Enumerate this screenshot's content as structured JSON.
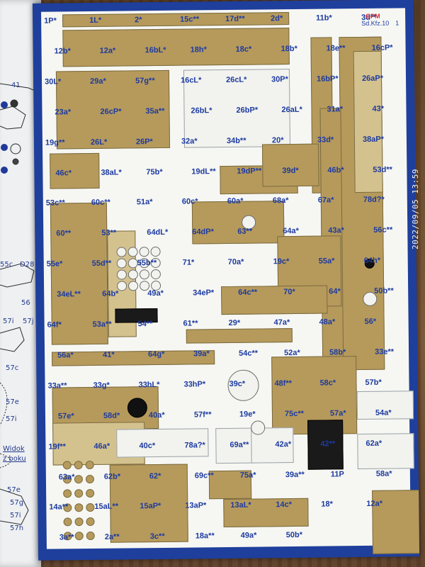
{
  "left_page": {
    "labels": [
      "41",
      "55c",
      "D28",
      "56",
      "57i",
      "57j",
      "57c",
      "57e",
      "57i",
      "Widok",
      "z boku",
      "57e",
      "57g",
      "57i",
      "57h"
    ]
  },
  "sheet": {
    "brand": "GPM",
    "code": "Sd.Kfz.10",
    "code_num": "1"
  },
  "parts": [
    "1P*",
    "1L*",
    "2*",
    "15c**",
    "17d**",
    "2d*",
    "11b*",
    "3d**",
    "12b*",
    "12a*",
    "16bL*",
    "18h*",
    "18c*",
    "18b*",
    "18e**",
    "16cP*",
    "30L*",
    "29a*",
    "57g**",
    "16cL*",
    "26cL*",
    "30P*",
    "16bP*",
    "26aP*",
    "23a*",
    "26cP*",
    "35a**",
    "26bL*",
    "26bP*",
    "26aL*",
    "31a*",
    "43*",
    "19g**",
    "26L*",
    "26P*",
    "32a*",
    "34b**",
    "20*",
    "33d*",
    "38aP*",
    "46c*",
    "38aL*",
    "75b*",
    "19dL**",
    "19dP**",
    "39d*",
    "46b*",
    "53d**",
    "53c**",
    "60c**",
    "51a*",
    "60c*",
    "60a*",
    "68a*",
    "67a*",
    "78d?*",
    "60**",
    "53**",
    "64dL*",
    "64dP*",
    "63**",
    "64a*",
    "43a*",
    "56c**",
    "55e*",
    "55d**",
    "55b**",
    "71*",
    "70a*",
    "19c*",
    "55a*",
    "64h*",
    "34eL**",
    "64b*",
    "49a*",
    "34eP*",
    "64c**",
    "70*",
    "64*",
    "50b**",
    "64f*",
    "53a**",
    "54**",
    "61**",
    "29*",
    "47a*",
    "48a*",
    "56*",
    "56a*",
    "41*",
    "64g*",
    "39a*",
    "54c**",
    "52a*",
    "58b*",
    "33e**",
    "33a**",
    "33g*",
    "33hL*",
    "33hP*",
    "39c*",
    "48f**",
    "58c*",
    "57b*",
    "57e*",
    "58d*",
    "40a*",
    "57f**",
    "19e*",
    "75c**",
    "57a*",
    "54a*",
    "19f**",
    "46a*",
    "40c*",
    "78a?*",
    "69a**",
    "42a*",
    "42**",
    "62a*",
    "63a*",
    "62b*",
    "62*",
    "69c**",
    "75a*",
    "39a**",
    "11P",
    "58a*",
    "14a**",
    "15aL**",
    "15aP*",
    "13aP*",
    "13aL*",
    "14c*",
    "18*",
    "12a*",
    "3a**",
    "2a**",
    "3c**",
    "18a**",
    "49a*",
    "50b*"
  ],
  "stamp": "2022/09/05 13:59"
}
